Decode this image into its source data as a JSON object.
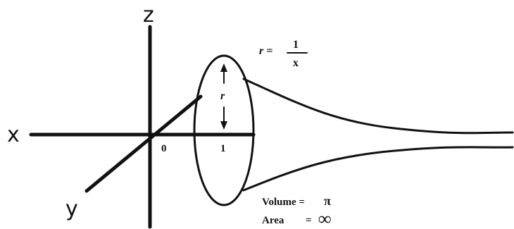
{
  "diagram": {
    "axes": {
      "x_label": "x",
      "y_label": "y",
      "z_label": "z"
    },
    "ticks": {
      "origin": "0",
      "one": "1"
    },
    "radius": {
      "label": "r",
      "formula_lhs": "r =",
      "numerator": "1",
      "denominator": "x"
    },
    "results": {
      "volume_label": "Volume =",
      "volume_value": "π",
      "area_label": "Area",
      "area_eq": "=",
      "area_value": "∞"
    }
  }
}
